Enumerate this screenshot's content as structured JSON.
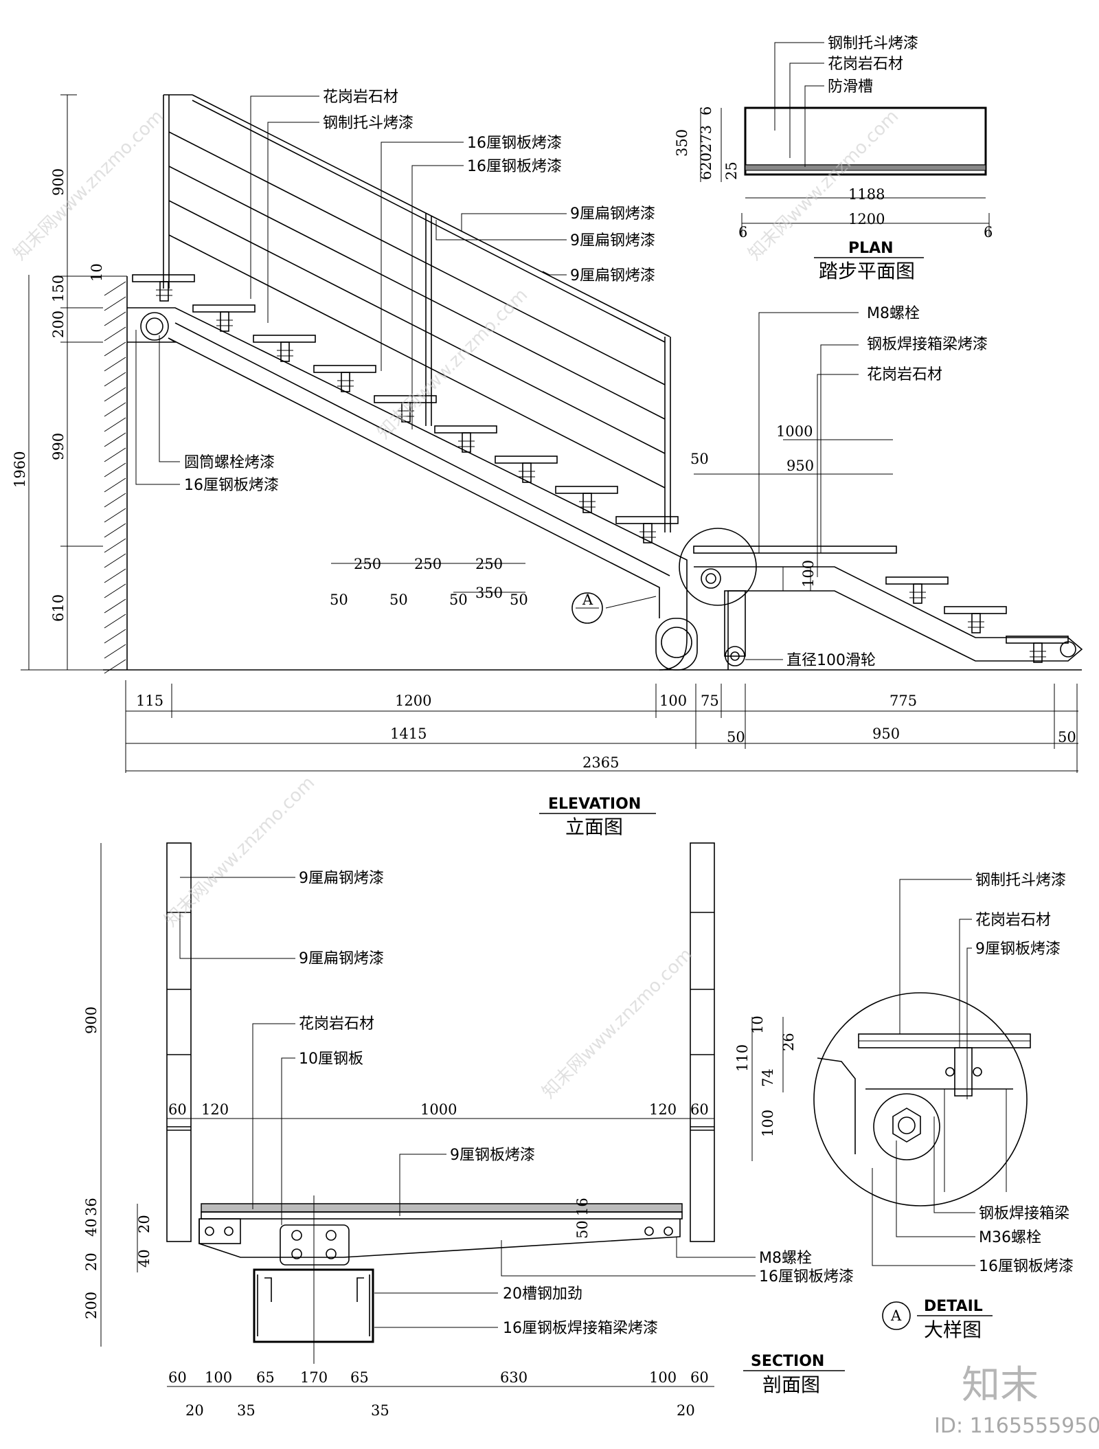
{
  "elevation": {
    "title_en": "ELEVATION",
    "title_cn": "立面图",
    "labels": {
      "granite_1": "花岗岩石材",
      "bracket_1": "钢制托斗烤漆",
      "plate16_1": "16厘钢板烤漆",
      "plate16_2": "16厘钢板烤漆",
      "flat9_1": "9厘扁钢烤漆",
      "flat9_2": "9厘扁钢烤漆",
      "flat9_3": "9厘扁钢烤漆",
      "bolt_tube": "圆筒螺栓烤漆",
      "plate16_3": "16厘钢板烤漆",
      "m8": "M8螺栓",
      "box_beam": "钢板焊接箱梁烤漆",
      "granite_2": "花岗岩石材",
      "pulley": "直径100滑轮"
    },
    "dims_vertical": [
      "900",
      "1960",
      "10",
      "150",
      "200",
      "990",
      "610"
    ],
    "dims_small": [
      "250",
      "250",
      "250",
      "50",
      "50",
      "50",
      "50",
      "350",
      "1000",
      "950",
      "50",
      "100"
    ],
    "dims_bottom_row1": [
      "115",
      "1200",
      "100",
      "75",
      "775"
    ],
    "dims_bottom_row2": [
      "1415",
      "50",
      "950",
      "50"
    ],
    "dims_bottom_row3": [
      "2365"
    ],
    "section_mark": "A"
  },
  "plan": {
    "title_en": "PLAN",
    "title_cn": "踏步平面图",
    "labels": {
      "bracket": "钢制托斗烤漆",
      "granite": "花岗岩石材",
      "antislip": "防滑槽"
    },
    "dims": [
      "350",
      "273",
      "6",
      "620",
      "25",
      "1188",
      "1200",
      "6",
      "6"
    ]
  },
  "section": {
    "title_en": "SECTION",
    "title_cn": "剖面图",
    "labels": {
      "flat9_1": "9厘扁钢烤漆",
      "flat9_2": "9厘扁钢烤漆",
      "granite": "花岗岩石材",
      "plate10": "10厘钢板",
      "plate9": "9厘钢板烤漆",
      "m8": "M8螺栓",
      "plate16": "16厘钢板烤漆",
      "channel": "20槽钢加劲",
      "box_beam": "16厘钢板焊接箱梁烤漆"
    },
    "dims_top": [
      "60",
      "120",
      "1000",
      "120",
      "60"
    ],
    "dims_left": [
      "900",
      "36",
      "40",
      "20",
      "40",
      "20",
      "200"
    ],
    "dims_mid": [
      "16",
      "50"
    ],
    "dims_bottom": [
      "60",
      "100",
      "65",
      "170",
      "65",
      "630",
      "100",
      "60"
    ],
    "dims_bottom2": [
      "20",
      "35",
      "35",
      "20"
    ]
  },
  "detail": {
    "title_en": "DETAIL",
    "title_cn": "大样图",
    "mark": "A",
    "labels": {
      "bracket": "钢制托斗烤漆",
      "granite": "花岗岩石材",
      "plate9": "9厘钢板烤漆",
      "box_beam": "钢板焊接箱梁",
      "m36": "M36螺栓",
      "plate16": "16厘钢板烤漆"
    },
    "dims": [
      "10",
      "26",
      "110",
      "74",
      "100"
    ]
  },
  "watermark": {
    "text": "知末网www.znzmo.com",
    "brand": "知末",
    "id_text": "ID: 1165555950"
  }
}
